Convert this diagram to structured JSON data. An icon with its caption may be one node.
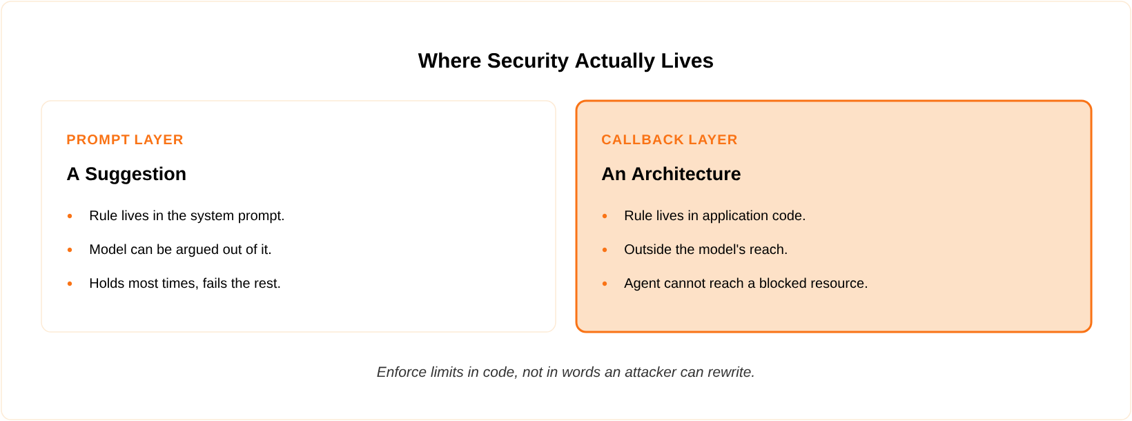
{
  "diagram": {
    "title": "Where Security Actually Lives",
    "caption": "Enforce limits in code, not in words an attacker can rewrite.",
    "nodes": [
      {
        "text": [
          "PROMPT LAYER",
          "A Suggestion",
          "Rule lives in the system prompt.",
          "Model can be argued out of it.",
          "Holds most times, fails the rest."
        ]
      },
      {
        "text": [
          "CALLBACK LAYER",
          "An Architecture",
          "Rule lives in application code.",
          "Outside the model's reach.",
          "Agent cannot reach a blocked resource."
        ]
      }
    ]
  }
}
